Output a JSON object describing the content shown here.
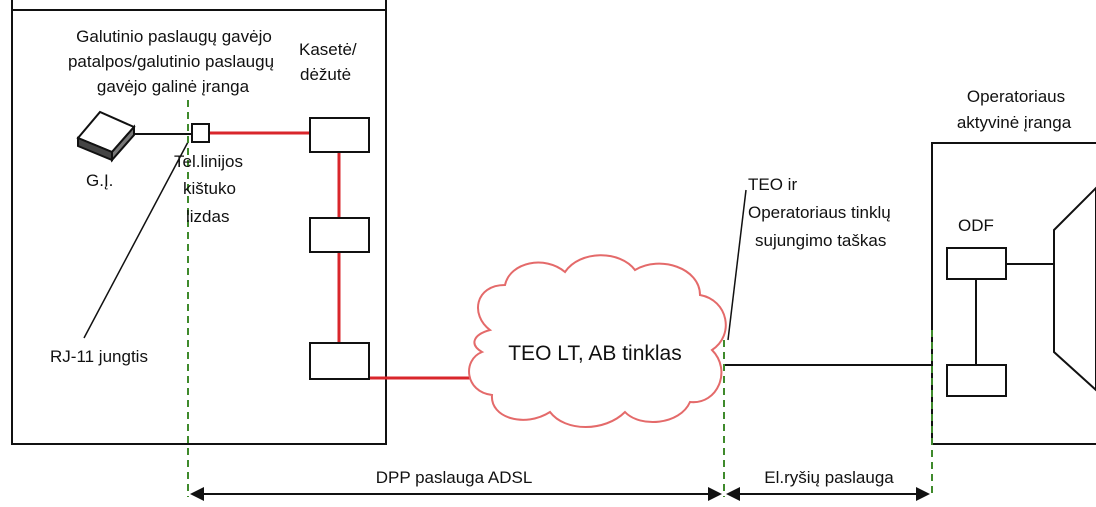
{
  "labels": {
    "premises_line1": "Galutinio paslaugų gavėjo",
    "premises_line2": "patalpos/galutinio paslaugų",
    "premises_line3": "gavėjo galinė įranga",
    "cassette_line1": "Kasetė/",
    "cassette_line2": "dėžutė",
    "device": "G.Į.",
    "socket_line1": "Tel.linijos",
    "socket_line2": "kištuko",
    "socket_line3": "lizdas",
    "rj11": "RJ-11 jungtis",
    "cloud": "TEO LT, AB tinklas",
    "junction_line1": "TEO ir",
    "junction_line2": "Operatoriaus tinklų",
    "junction_line3": "sujungimo taškas",
    "operator_line1": "Operatoriaus",
    "operator_line2": "aktyvinė įranga",
    "odf": "ODF",
    "service_dpp": "DPP paslauga ADSL",
    "service_el": "El.ryšių paslauga"
  },
  "colors": {
    "line": "#111111",
    "red_line": "#d9262b",
    "boundary": "#3f8a2c"
  }
}
